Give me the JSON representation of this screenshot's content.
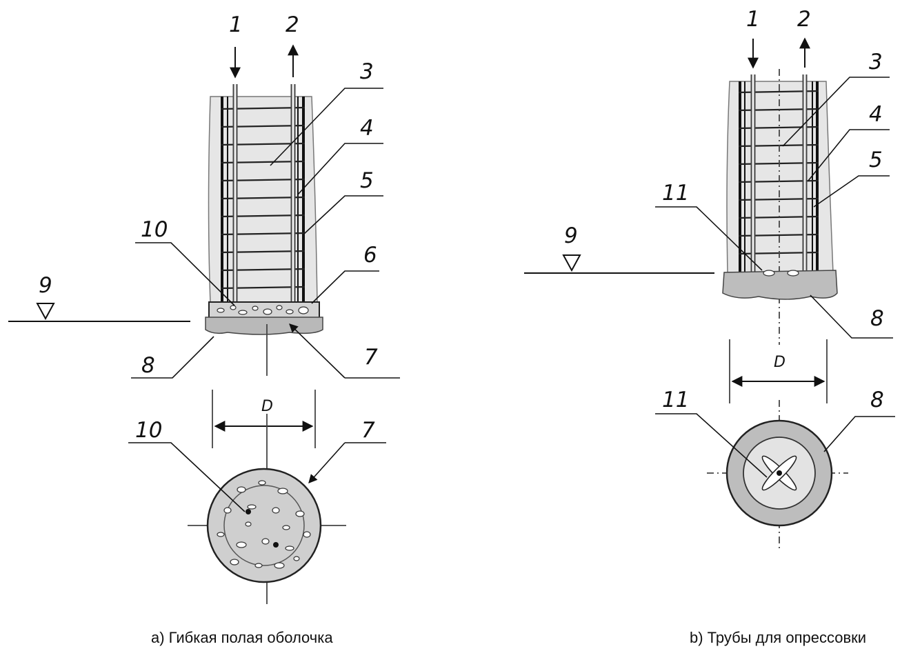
{
  "panel_a": {
    "caption": "a) Гибкая полая оболочка",
    "labels": {
      "l1": "1",
      "l2": "2",
      "l3": "3",
      "l4": "4",
      "l5": "5",
      "l6": "6",
      "l7": "7",
      "l8": "8",
      "l9": "9",
      "l10": "10",
      "l7_plan": "7",
      "l10_plan": "10"
    },
    "dimension": "D"
  },
  "panel_b": {
    "caption": "b) Трубы для опрессовки",
    "labels": {
      "l1": "1",
      "l2": "2",
      "l3": "3",
      "l4": "4",
      "l5": "5",
      "l8": "8",
      "l9": "9",
      "l11": "11",
      "l8_plan": "8",
      "l11_plan": "11"
    },
    "dimension": "D"
  },
  "colors": {
    "line": "#111111",
    "shell_fill": "#bdbdbd",
    "column_fill": "#e6e6e6"
  }
}
